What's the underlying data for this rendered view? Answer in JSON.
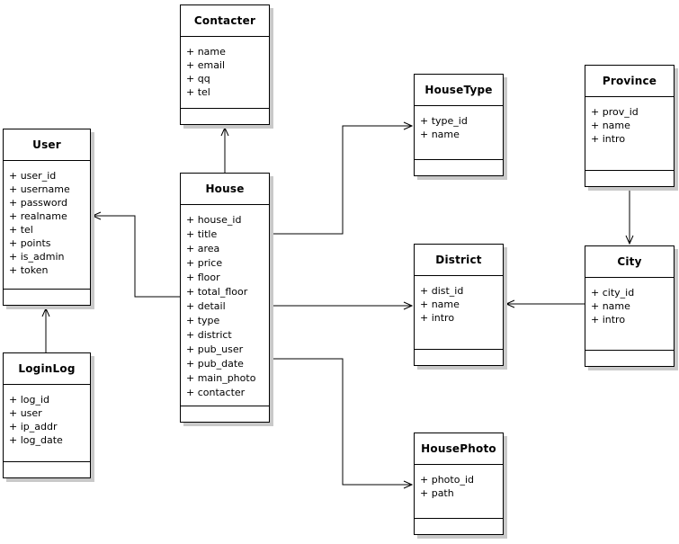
{
  "diagram": {
    "kind": "uml-class-diagram",
    "colors": {
      "background": "#ffffff",
      "box_fill": "#ffffff",
      "border": "#000000",
      "shadow": "#c9c9c9",
      "text": "#000000"
    },
    "entities": [
      {
        "name": "Contacter",
        "fields": [
          "+ name",
          "+ email",
          "+ qq",
          "+ tel"
        ]
      },
      {
        "name": "User",
        "fields": [
          "+ user_id",
          "+ username",
          "+ password",
          "+ realname",
          "+ tel",
          "+ points",
          "+ is_admin",
          "+ token"
        ]
      },
      {
        "name": "LoginLog",
        "fields": [
          "+ log_id",
          "+ user",
          "+ ip_addr",
          "+ log_date"
        ]
      },
      {
        "name": "House",
        "fields": [
          "+ house_id",
          "+ title",
          "+ area",
          "+ price",
          "+ floor",
          "+ total_floor",
          "+ detail",
          "+ type",
          "+ district",
          "+ pub_user",
          "+ pub_date",
          "+ main_photo",
          "+ contacter"
        ]
      },
      {
        "name": "HouseType",
        "fields": [
          "+ type_id",
          "+ name"
        ]
      },
      {
        "name": "Province",
        "fields": [
          "+ prov_id",
          "+ name",
          "+ intro"
        ]
      },
      {
        "name": "District",
        "fields": [
          "+ dist_id",
          "+ name",
          "+ intro"
        ]
      },
      {
        "name": "City",
        "fields": [
          "+ city_id",
          "+ name",
          "+ intro"
        ]
      },
      {
        "name": "HousePhoto",
        "fields": [
          "+ photo_id",
          "+ path"
        ]
      }
    ],
    "relations": [
      {
        "from": "House",
        "to": "Contacter"
      },
      {
        "from": "House",
        "to": "User"
      },
      {
        "from": "LoginLog",
        "to": "User"
      },
      {
        "from": "House",
        "to": "HouseType"
      },
      {
        "from": "House",
        "to": "District"
      },
      {
        "from": "House",
        "to": "HousePhoto"
      },
      {
        "from": "Province",
        "to": "City"
      },
      {
        "from": "City",
        "to": "District"
      }
    ]
  }
}
